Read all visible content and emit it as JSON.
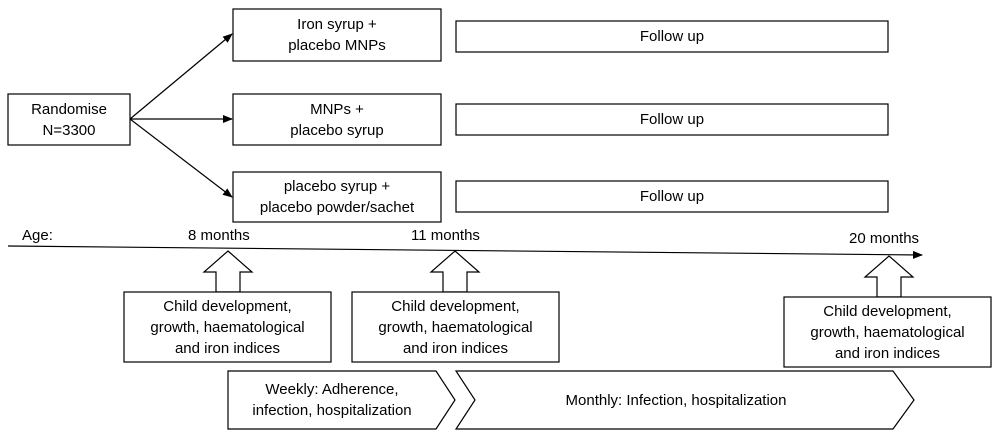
{
  "randomise": {
    "line1": "Randomise",
    "line2": "N=3300"
  },
  "arms": [
    {
      "line1": "Iron syrup +",
      "line2": "placebo MNPs",
      "followup": "Follow up"
    },
    {
      "line1": "MNPs  +",
      "line2": "placebo syrup",
      "followup": "Follow up"
    },
    {
      "line1": "placebo syrup +",
      "line2": "placebo powder/sachet",
      "followup": "Follow up"
    }
  ],
  "timeline": {
    "age_label": "Age:",
    "points": [
      "8 months",
      "11 months",
      "20 months"
    ]
  },
  "assessments": [
    {
      "lines": [
        "Child development,",
        "growth, haematological",
        "and iron indices"
      ]
    },
    {
      "lines": [
        "Child development,",
        "growth, haematological",
        "and iron indices"
      ]
    },
    {
      "lines": [
        "Child development,",
        "growth, haematological",
        "and iron indices"
      ]
    }
  ],
  "monitoring": {
    "weekly": {
      "line1": "Weekly: Adherence,",
      "line2": "infection, hospitalization"
    },
    "monthly": "Monthly: Infection, hospitalization"
  }
}
